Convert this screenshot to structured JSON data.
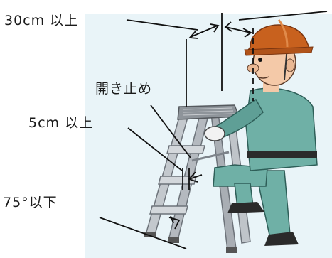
{
  "labels": {
    "clearance": "30cm 以上",
    "spreader": "開き止め",
    "overlap": "5cm 以上",
    "angle": "75°以下"
  },
  "colors": {
    "helmet": "#c8611e",
    "uniform": "#6fb0a6",
    "uniform_dark": "#4f8f86",
    "skin": "#f4c9a8",
    "ladder": "#b4b9bf",
    "ladder_dark": "#7d838a",
    "boot": "#2a2a2a",
    "background_tint": "#dfeff5",
    "line": "#111111"
  },
  "icons": [
    "worker-figure",
    "stepladder",
    "hard-hat"
  ]
}
